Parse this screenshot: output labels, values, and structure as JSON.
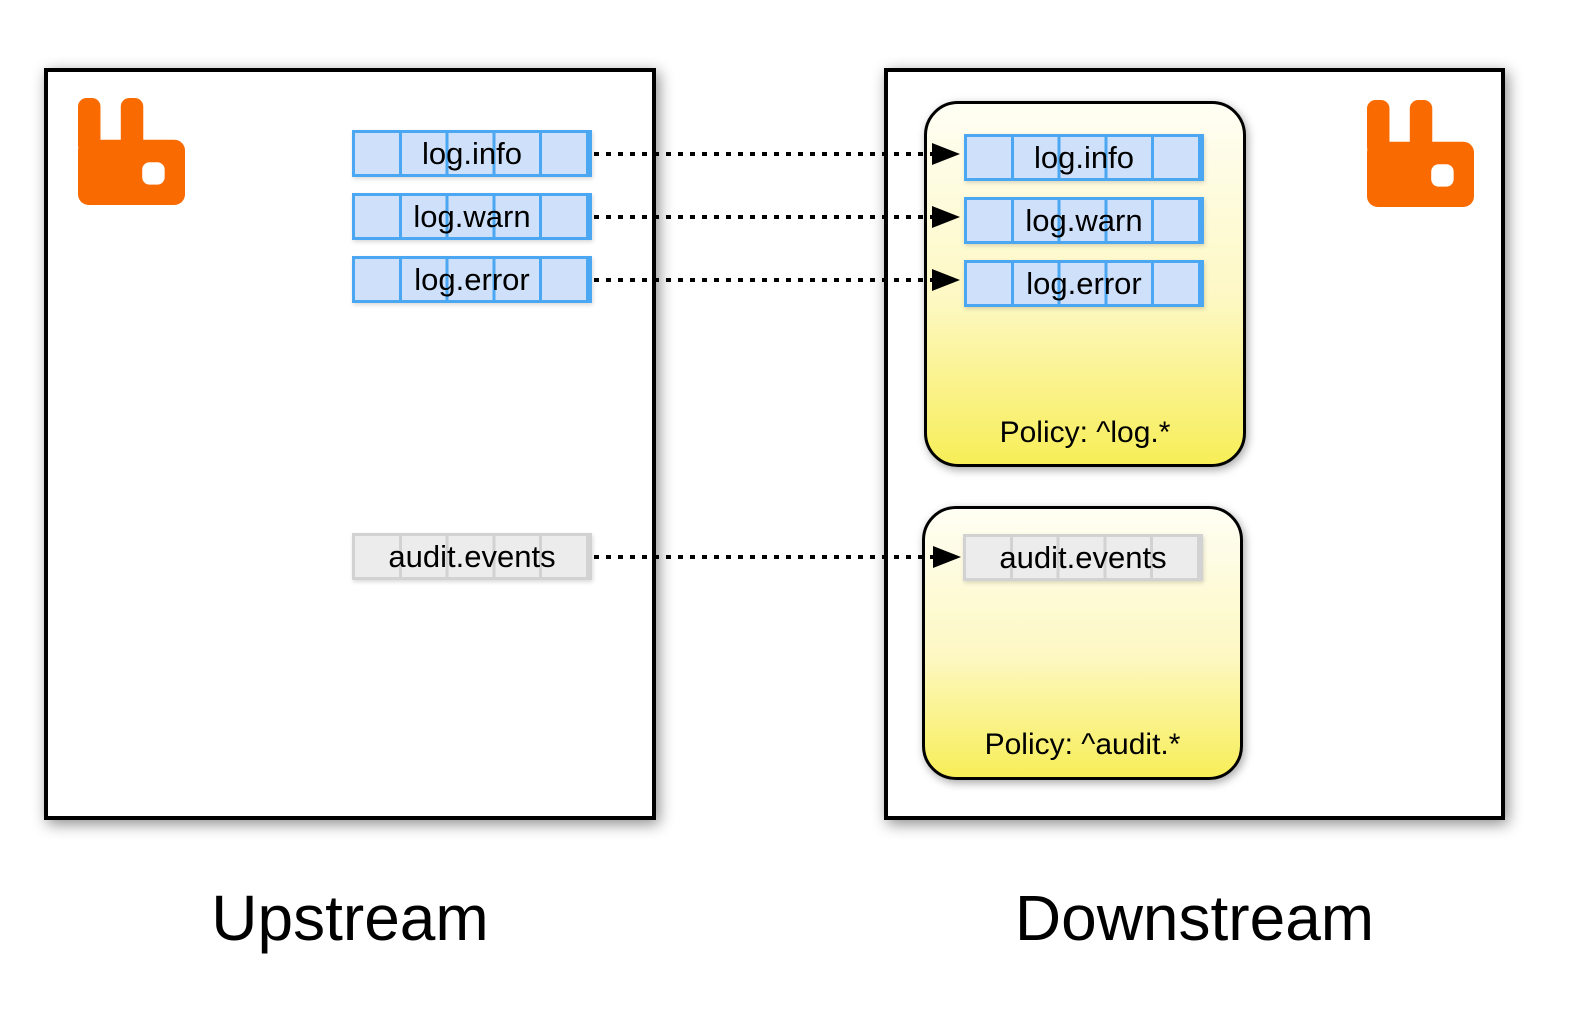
{
  "upstream": {
    "label": "Upstream",
    "queues": [
      {
        "name": "log.info"
      },
      {
        "name": "log.warn"
      },
      {
        "name": "log.error"
      },
      {
        "name": "audit.events"
      }
    ]
  },
  "downstream": {
    "label": "Downstream",
    "policies": [
      {
        "label": "Policy: ^log.*",
        "queues": [
          {
            "name": "log.info"
          },
          {
            "name": "log.warn"
          },
          {
            "name": "log.error"
          }
        ]
      },
      {
        "label": "Policy: ^audit.*",
        "queues": [
          {
            "name": "audit.events"
          }
        ]
      }
    ]
  },
  "colors": {
    "rabbit_orange": "#F96A00",
    "queue_blue_fill": "#CFE1FA",
    "queue_blue_border": "#4BA7F2",
    "queue_gray_fill": "#ECECEC",
    "queue_gray_border": "#D2D2D2",
    "policy_gradient_top": "#FFFEF4",
    "policy_gradient_bottom": "#F7EE58",
    "arrow_color": "#000000"
  }
}
